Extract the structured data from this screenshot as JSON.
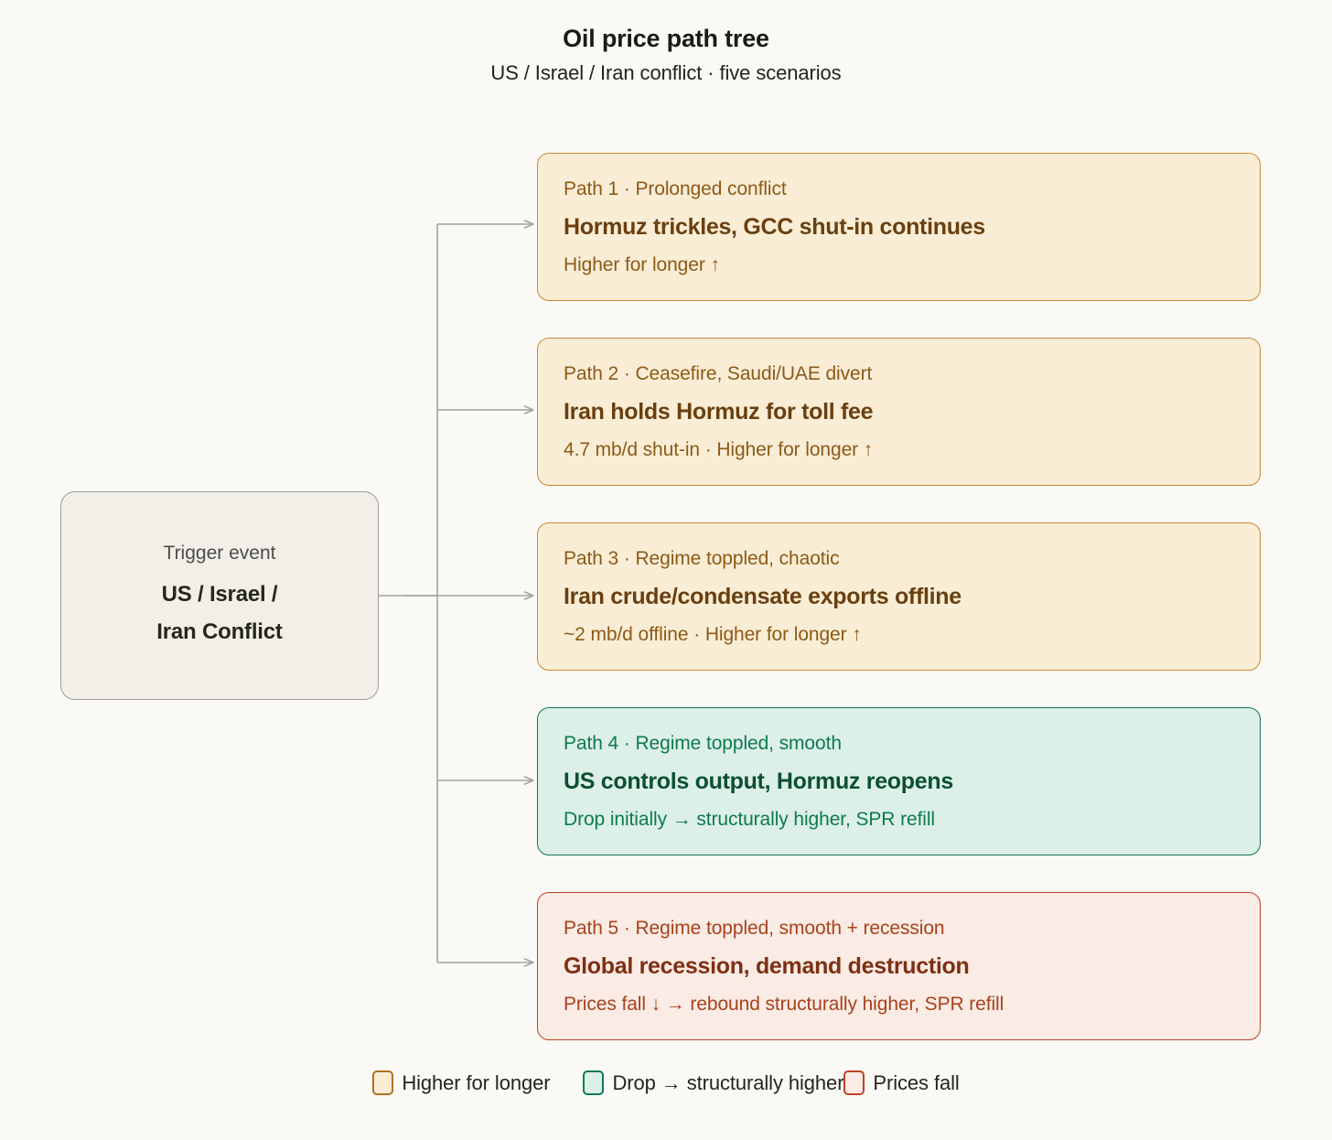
{
  "header": {
    "title": "Oil price path tree",
    "subtitle": "US / Israel / Iran conflict · five scenarios"
  },
  "trigger": {
    "kicker": "Trigger event",
    "line1": "US / Israel /",
    "line2": "Iran Conflict"
  },
  "paths": [
    {
      "kicker": "Path 1 · Prolonged conflict",
      "headline": "Hormuz trickles, GCC shut-in continues",
      "note": "Higher for longer ↑",
      "tone": "amber"
    },
    {
      "kicker": "Path 2 · Ceasefire, Saudi/UAE divert",
      "headline": "Iran holds Hormuz for toll fee",
      "note": "4.7 mb/d shut-in · Higher for longer ↑",
      "tone": "amber"
    },
    {
      "kicker": "Path 3 · Regime toppled, chaotic",
      "headline": "Iran crude/condensate exports offline",
      "note": "~2 mb/d offline · Higher for longer ↑",
      "tone": "amber"
    },
    {
      "kicker": "Path 4 · Regime toppled, smooth",
      "headline": "US controls output, Hormuz reopens",
      "note": "Drop initially → structurally higher, SPR refill",
      "tone": "green"
    },
    {
      "kicker": "Path 5 · Regime toppled, smooth + recession",
      "headline": "Global recession, demand destruction",
      "note": "Prices fall ↓ → rebound structurally higher, SPR refill",
      "tone": "red"
    }
  ],
  "legend": [
    {
      "label": "Higher for longer",
      "tone": "amber"
    },
    {
      "label": "Drop → structurally higher",
      "tone": "green"
    },
    {
      "label": "Prices fall",
      "tone": "red"
    }
  ],
  "colors": {
    "page_background": "#FAF9F5",
    "amber_fill": "#FAEDD6",
    "amber_border": "#C98A34",
    "green_fill": "#DCF0E7",
    "green_border": "#0E7A58",
    "red_fill": "#FAEBE4",
    "red_border": "#BC4423",
    "trigger_fill": "#F1EFE8",
    "trigger_border": "#9D9D97",
    "connector": "#A3A39D"
  }
}
